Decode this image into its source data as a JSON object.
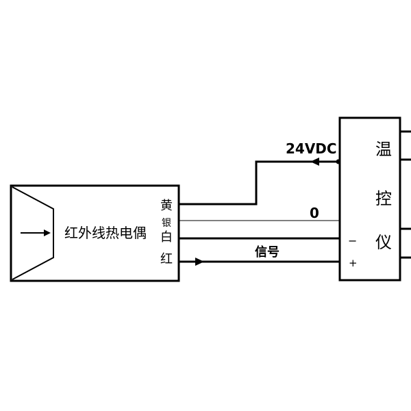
{
  "sensor": {
    "name": "红外线热电偶",
    "wires": {
      "yellow": "黄",
      "silver": "银",
      "white": "白",
      "red": "红"
    }
  },
  "controller": {
    "name_chars": [
      "温",
      "控",
      "仪"
    ],
    "minus": "−",
    "plus": "+"
  },
  "signals": {
    "power": "24VDC",
    "zero": "0",
    "signal": "信号"
  }
}
